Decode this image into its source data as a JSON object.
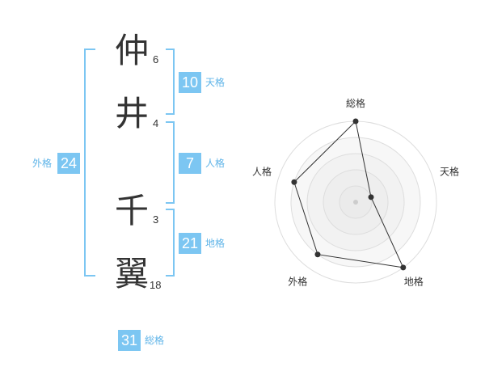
{
  "name": {
    "chars": [
      {
        "char": "仲",
        "strokes": "6"
      },
      {
        "char": "井",
        "strokes": "4"
      },
      {
        "char": "千",
        "strokes": "3"
      },
      {
        "char": "翼",
        "strokes": "18"
      }
    ]
  },
  "fortunes": {
    "tenkaku": {
      "value": "10",
      "label": "天格"
    },
    "jinkaku": {
      "value": "7",
      "label": "人格"
    },
    "chikaku": {
      "value": "21",
      "label": "地格"
    },
    "gaikaku": {
      "value": "24",
      "label": "外格"
    },
    "soukaku": {
      "value": "31",
      "label": "総格"
    }
  },
  "colors": {
    "accent": "#7cc6f2",
    "label": "#5fb4e8",
    "text": "#333333"
  },
  "chart_data": {
    "type": "radar",
    "axes": [
      "総格",
      "天格",
      "地格",
      "外格",
      "人格"
    ],
    "values": [
      5,
      1,
      5,
      4,
      4
    ],
    "max": 5
  }
}
